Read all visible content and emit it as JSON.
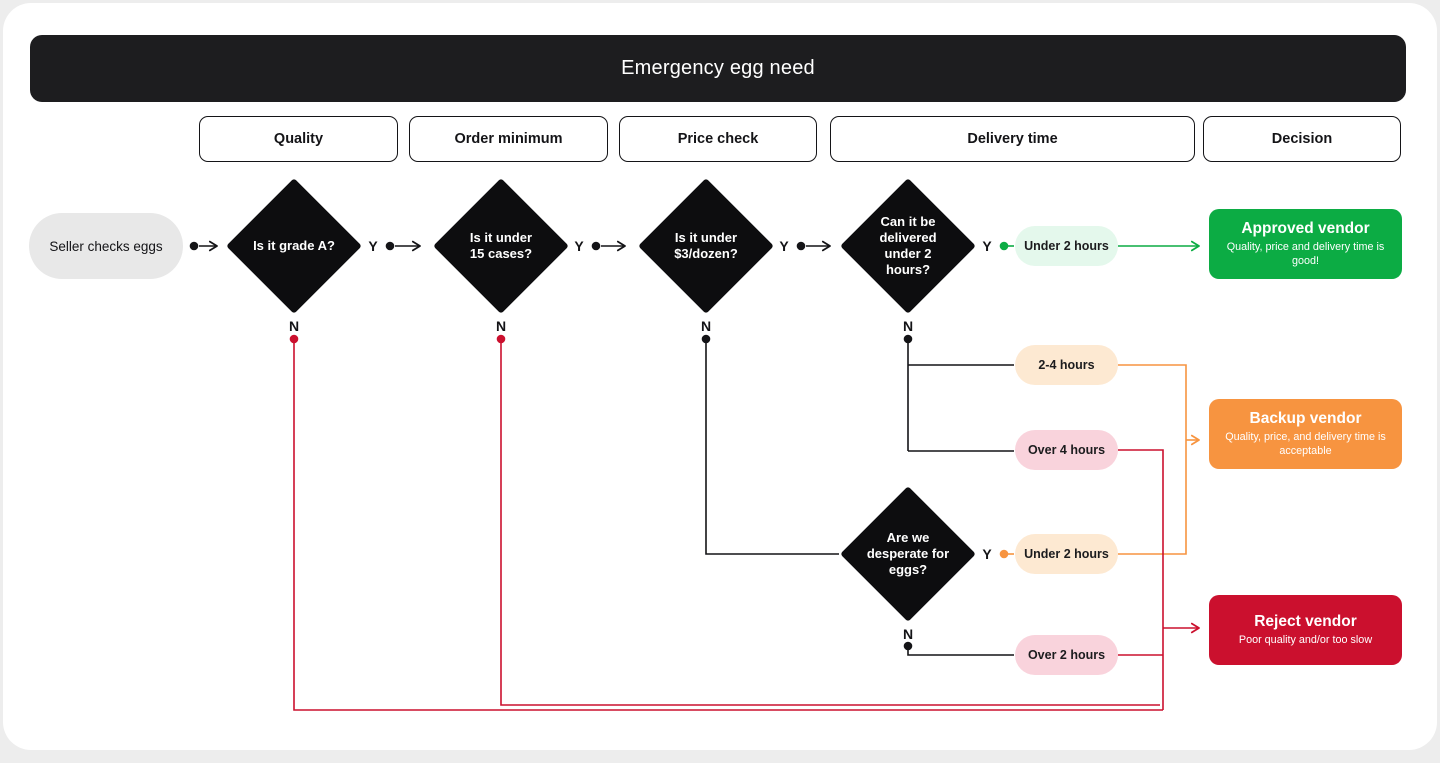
{
  "title_bar": {
    "title": "Emergency egg need"
  },
  "columns": [
    {
      "label": "Quality"
    },
    {
      "label": "Order minimum"
    },
    {
      "label": "Price check"
    },
    {
      "label": "Delivery time"
    },
    {
      "label": "Decision"
    }
  ],
  "start_node": {
    "label": "Seller checks eggs"
  },
  "decision_nodes": [
    {
      "label": "Is it grade A?"
    },
    {
      "label": "Is it under\n15 cases?"
    },
    {
      "label": "Is it under\n$3/dozen?"
    },
    {
      "label": "Can it be\ndelivered\nunder 2\nhours?"
    },
    {
      "label": "Are we\ndesperate for\neggs?"
    }
  ],
  "branch_labels": {
    "yes": "Y",
    "no": "N"
  },
  "time_pills": [
    {
      "label": "Under 2 hours",
      "variant": "green"
    },
    {
      "label": "2-4 hours",
      "variant": "peach"
    },
    {
      "label": "Over 4 hours",
      "variant": "pink"
    },
    {
      "label": "Under 2 hours",
      "variant": "peach"
    },
    {
      "label": "Over 2 hours",
      "variant": "pink"
    }
  ],
  "outcome_nodes": [
    {
      "title": "Approved vendor",
      "subtitle": "Quality, price and delivery time is good!",
      "variant": "green"
    },
    {
      "title": "Backup vendor",
      "subtitle": "Quality, price, and delivery time is acceptable",
      "variant": "orange"
    },
    {
      "title": "Reject vendor",
      "subtitle": "Poor quality and/or too slow",
      "variant": "red"
    }
  ],
  "colors": {
    "canvas": "#ededed",
    "card": "#ffffff",
    "ink": "#141417",
    "header-bg": "#1d1d1f",
    "node-black": "#0d0d0f",
    "start-gray": "#e8e8e8",
    "green": "#0cac44",
    "green-light": "#e4f8ec",
    "orange": "#f79440",
    "orange-light": "#fde9d2",
    "red": "#cb102e",
    "pink-light": "#f9d3dc"
  }
}
